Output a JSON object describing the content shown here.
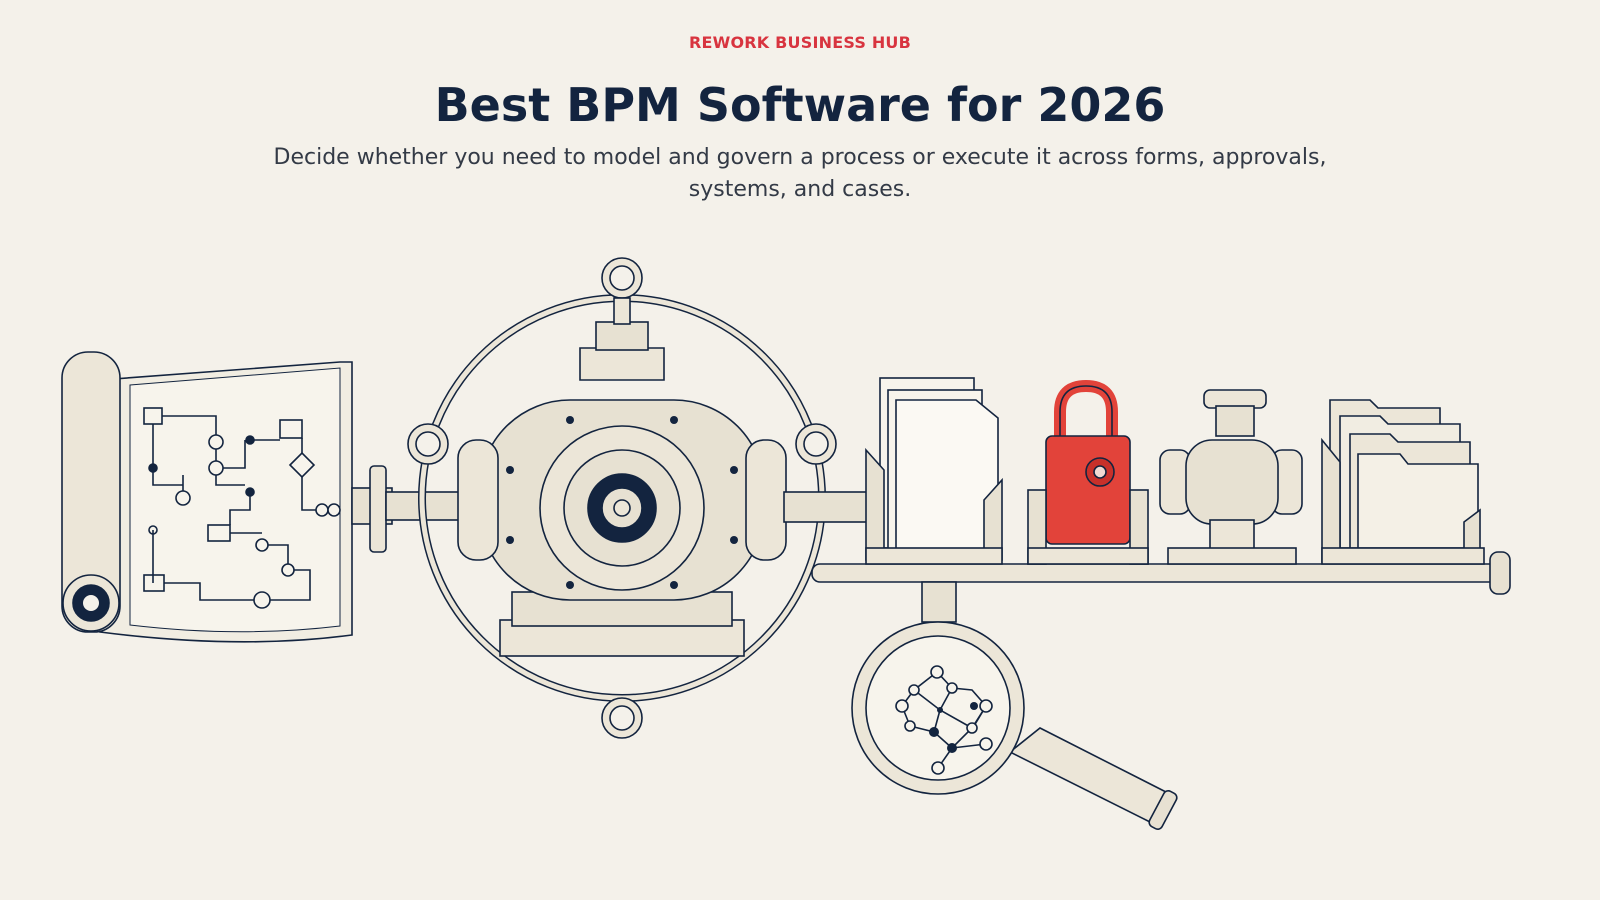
{
  "header": {
    "eyebrow": "REWORK BUSINESS HUB",
    "title": "Best BPM Software for 2026",
    "subtitle": "Decide whether you need to model and govern a process or execute it across forms, approvals, systems, and cases."
  },
  "illustration": {
    "elements": [
      "process-diagram-scroll",
      "process-engine-machine",
      "document-stack",
      "approval-padlock",
      "system-valve",
      "case-folders",
      "network-magnifier"
    ],
    "colors": {
      "background": "#f4f1ea",
      "ink": "#13243f",
      "metal": "#e7e1d2",
      "accent_red": "#e2433a",
      "eyebrow_red": "#d8343f"
    }
  }
}
